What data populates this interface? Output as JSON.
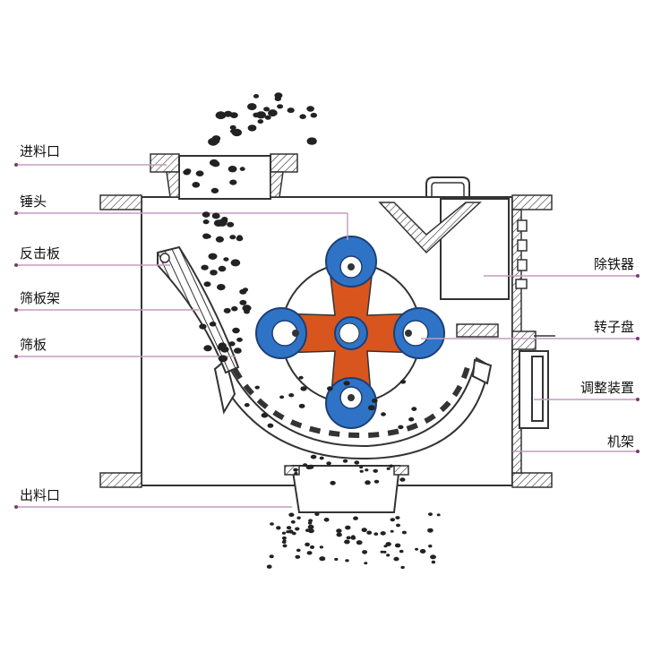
{
  "labels": {
    "feed_inlet": "进料口",
    "hammer": "锤头",
    "impact_plate": "反击板",
    "screen_frame": "筛板架",
    "screen_plate": "筛板",
    "discharge_outlet": "出料口",
    "iron_remover": "除铁器",
    "rotor_disc": "转子盘",
    "adjusting_device": "调整装置",
    "machine_frame": "机架"
  },
  "colors": {
    "hammer_blue": "#2f73c6",
    "rotor_orange": "#d9551e",
    "leader_line": "#c59ac0",
    "coal": "#222222"
  }
}
